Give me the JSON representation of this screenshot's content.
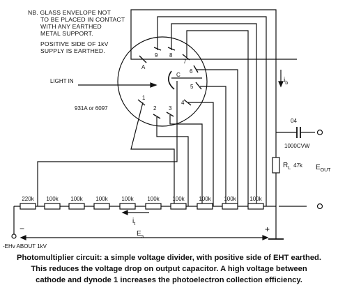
{
  "note": {
    "lines": [
      "NB. GLASS ENVELOPE NOT",
      "TO BE PLACED IN CONTACT",
      "WITH ANY EARTHED",
      "METAL SUPPORT."
    ],
    "supply_lines": [
      "POSITIVE SIDE OF 1kV",
      "SUPPLY IS EARTHED."
    ]
  },
  "tube": {
    "type_label": "931A or 6097",
    "light_label": "LIGHT IN",
    "pins": [
      "A",
      "9",
      "8",
      "7",
      "6",
      "5",
      "4",
      "3",
      "2",
      "1",
      "C"
    ]
  },
  "divider": {
    "resistors": [
      "220k",
      "100k",
      "100k",
      "100k",
      "100k",
      "100k",
      "100k",
      "100k",
      "100k",
      "100k"
    ]
  },
  "output": {
    "capacitor": [
      "04",
      "1000CVW"
    ],
    "load_resistor": "R",
    "load_sub": "L",
    "load_value": "47k",
    "anode_current": "i",
    "anode_current_sub": "b",
    "output_voltage": "E",
    "output_voltage_sub": "OUT"
  },
  "supply": {
    "divider_current": "i",
    "divider_current_sub": "t",
    "supply_voltage": "E",
    "supply_voltage_sub": "s",
    "minus_sign": "−",
    "plus_sign": "+",
    "eht_label": "-EHv ABOUT 1kV"
  },
  "caption": {
    "lines": [
      "Photomultiplier circuit: a simple voltage divider, with positive side of EHT earthed.",
      "This reduces the voltage drop on output capacitor. A high voltage between",
      "cathode and dynode 1 increases the photoelectron collection efficiency."
    ]
  }
}
